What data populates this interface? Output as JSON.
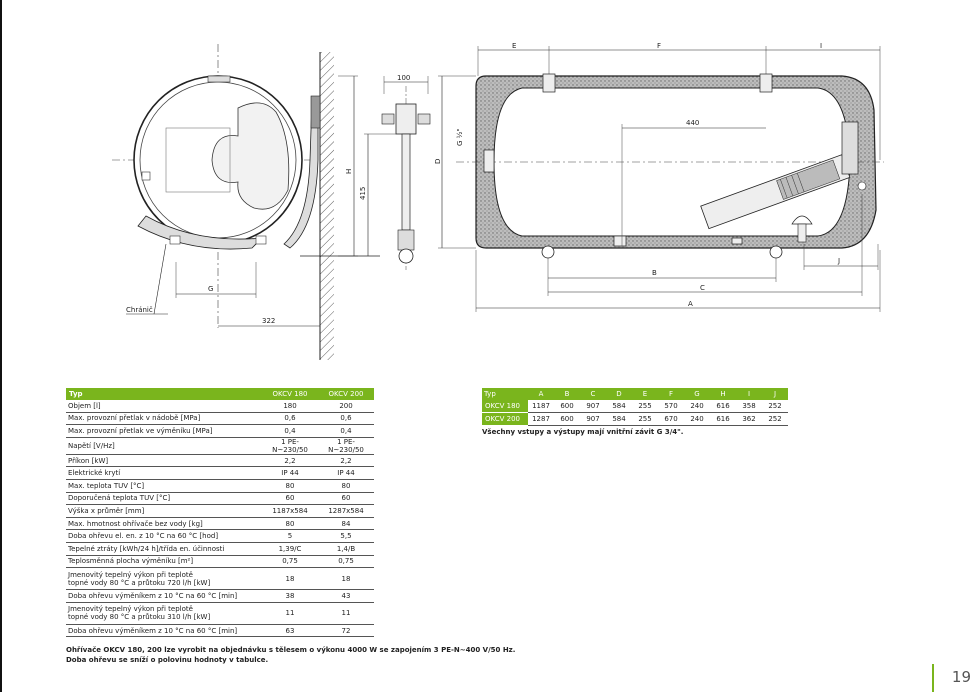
{
  "drawing": {
    "labels": {
      "protector": "Chránič",
      "dim_322": "322",
      "dim_100": "100",
      "dim_415": "415",
      "dim_440": "440",
      "g_thread": "G ½\"",
      "E": "E",
      "F": "F",
      "I": "I",
      "H": "H",
      "D": "D",
      "G": "G",
      "B": "B",
      "C": "C",
      "A": "A",
      "J": "J"
    }
  },
  "spec_table": {
    "headers": [
      "Typ",
      "OKCV 180",
      "OKCV 200"
    ],
    "rows": [
      {
        "label": "Objem [l]",
        "v180": "180",
        "v200": "200"
      },
      {
        "label": "Max. provozní přetlak v nádobě [MPa]",
        "v180": "0,6",
        "v200": "0,6"
      },
      {
        "label": "Max. provozní přetlak ve výměníku [MPa]",
        "v180": "0,4",
        "v200": "0,4"
      },
      {
        "label": "Napětí [V/Hz]",
        "v180": "1 PE-N~230/50",
        "v200": "1 PE-N~230/50"
      },
      {
        "label": "Příkon [kW]",
        "v180": "2,2",
        "v200": "2,2"
      },
      {
        "label": "Elektrické krytí",
        "v180": "IP 44",
        "v200": "IP 44"
      },
      {
        "label": "Max. teplota TUV [°C]",
        "v180": "80",
        "v200": "80"
      },
      {
        "label": "Doporučená teplota TUV [°C]",
        "v180": "60",
        "v200": "60"
      },
      {
        "label": "Výška x průměr [mm]",
        "v180": "1187x584",
        "v200": "1287x584"
      },
      {
        "label": "Max. hmotnost ohřívače bez vody [kg]",
        "v180": "80",
        "v200": "84"
      },
      {
        "label": "Doba ohřevu el. en. z 10 °C na 60 °C [hod]",
        "v180": "5",
        "v200": "5,5"
      },
      {
        "label": "Tepelné ztráty [kWh/24 h]/třída en. účinnosti",
        "v180": "1,39/C",
        "v200": "1,4/B"
      },
      {
        "label": "Teplosměnná plocha výměníku [m²]",
        "v180": "0,75",
        "v200": "0,75"
      },
      {
        "label1": "Jmenovitý tepelný výkon při teplotě",
        "label2": "topné vody 80 °C a průtoku 720 l/h [kW]",
        "v180": "18",
        "v200": "18",
        "tall": true
      },
      {
        "label": "Doba ohřevu výměníkem z 10 °C na 60 °C [min]",
        "v180": "38",
        "v200": "43"
      },
      {
        "label1": "Jmenovitý tepelný výkon při teplotě",
        "label2": "topné vody 80 °C a průtoku 310 l/h [kW]",
        "v180": "11",
        "v200": "11",
        "tall": true
      },
      {
        "label": "Doba ohřevu výměníkem z 10 °C na 60 °C [min]",
        "v180": "63",
        "v200": "72"
      }
    ],
    "note1": "Ohřívače OKCV 180, 200 lze vyrobit na objednávku s tělesem o výkonu 4000 W se zapojením 3 PE-N~400 V/50 Hz.",
    "note2": "Doba ohřevu se sníží o polovinu hodnoty v tabulce."
  },
  "dims_table": {
    "headers": [
      "Typ",
      "A",
      "B",
      "C",
      "D",
      "E",
      "F",
      "G",
      "H",
      "I",
      "J"
    ],
    "rows": [
      {
        "type": "OKCV 180",
        "values": [
          "1187",
          "600",
          "907",
          "584",
          "255",
          "570",
          "240",
          "616",
          "358",
          "252"
        ]
      },
      {
        "type": "OKCV 200",
        "values": [
          "1287",
          "600",
          "907",
          "584",
          "255",
          "670",
          "240",
          "616",
          "362",
          "252"
        ]
      }
    ],
    "note": "Všechny vstupy a výstupy mají vnitřní závit G 3/4\"."
  },
  "page_number": "19",
  "accent_color": "#7ab51d"
}
